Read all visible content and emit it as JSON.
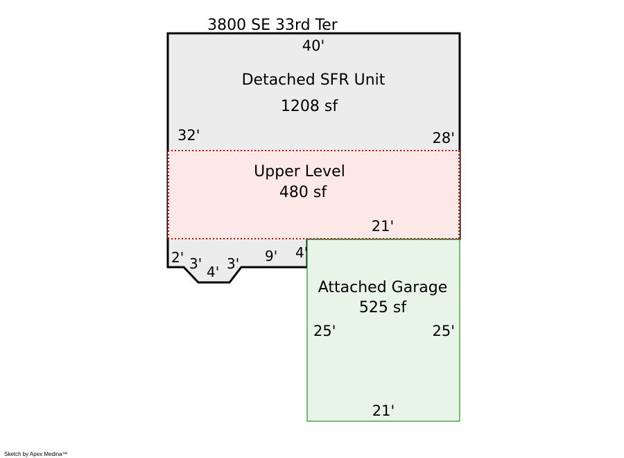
{
  "address": "3800 SE 33rd Ter",
  "areas": [
    {
      "name": "Detached SFR Unit",
      "area": "1208 sf",
      "fill": "#ececec"
    },
    {
      "name": "Upper Level",
      "area": "480 sf",
      "fill": "#fde8e8"
    },
    {
      "name": "Attached Garage",
      "area": "525 sf",
      "fill": "#e8f4e8"
    }
  ],
  "dimensions": {
    "main_top": "40'",
    "main_left": "32'",
    "main_right": "28'",
    "upper_bottom": "21'",
    "bay_1": "2'",
    "bay_2": "3'",
    "bay_3": "4'",
    "bay_4": "3'",
    "bay_5": "9'",
    "bay_6": "4'",
    "garage_left": "25'",
    "garage_right": "25'",
    "garage_bottom": "21'"
  },
  "credit": "Sketch by Apex Medina™"
}
